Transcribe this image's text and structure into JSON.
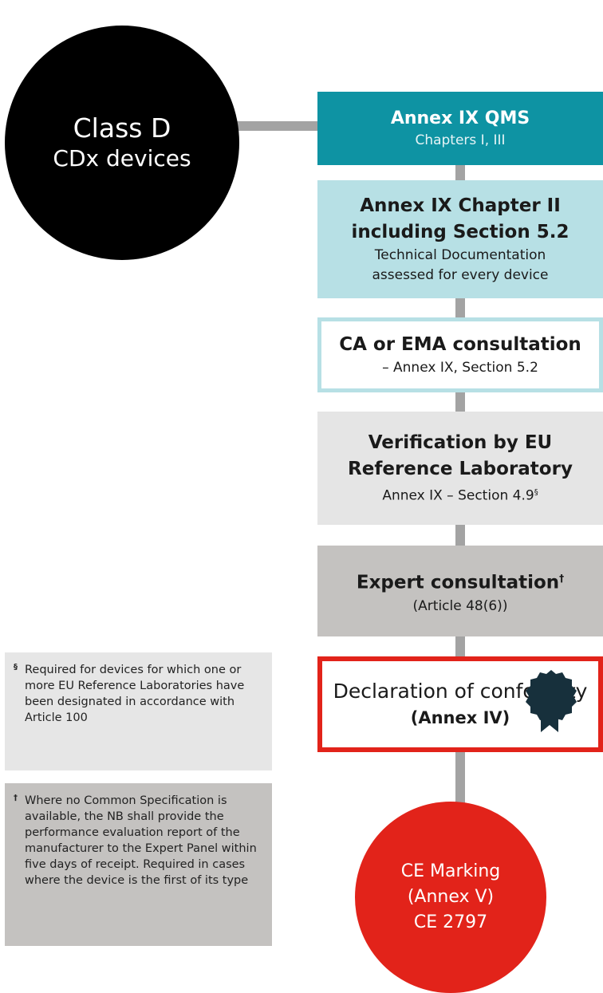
{
  "start": {
    "line1": "Class D",
    "line2": "CDx devices"
  },
  "steps": [
    {
      "title": "Annex IX QMS",
      "sub": "Chapters I, III"
    },
    {
      "title1": "Annex IX Chapter II",
      "title2": "including Section 5.2",
      "sub1": "Technical Documentation",
      "sub2": "assessed for every device"
    },
    {
      "title": "CA or EMA consultation",
      "sub": "– Annex IX, Section 5.2"
    },
    {
      "title1": "Verification by EU",
      "title2": "Reference Laboratory",
      "sub": "Annex IX – Section 4.9",
      "sub_mark": "§"
    },
    {
      "title": "Expert consultation",
      "title_mark": "†",
      "sub": "(Article 48(6))"
    },
    {
      "title": "Declaration of conformity",
      "sub": "(Annex IV)"
    }
  ],
  "end": {
    "line1": "CE Marking",
    "line2": "(Annex V)",
    "line3": "CE 2797"
  },
  "notes": [
    {
      "mark": "§",
      "text": "Required for devices for which one or more EU Reference Laboratories have been designated in accordance with Article 100"
    },
    {
      "mark": "†",
      "text": "Where no Common Specification is available, the NB shall provide the performance evaluation report of the manufacturer to the Expert Panel within five days of receipt. Required in cases where the device is the first of its type"
    }
  ],
  "colors": {
    "start_fill": "#000000",
    "qms_fill": "#0e93a3",
    "chapter_fill": "#b7e0e5",
    "verification_fill": "#e5e5e5",
    "expert_fill": "#c4c2c0",
    "declaration_border": "#e2231a",
    "ce_fill": "#e2231a",
    "connector": "#a3a3a3",
    "seal": "#17303c"
  }
}
